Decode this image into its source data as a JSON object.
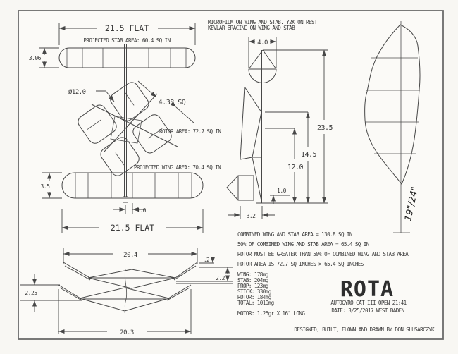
{
  "drawing": {
    "notes_top": [
      "MICROFILM ON WING AND STAB. Y2K ON REST",
      "KEVLAR BRACING ON WING AND STAB"
    ],
    "stab_view": {
      "span_dim": "21.5 FLAT",
      "area_label": "PROJECTED STAB AREA: 60.4 SQ IN",
      "chord_dim": "3.06"
    },
    "rotor_view": {
      "diameter_dim": "Ø12.0",
      "blade_dim": "4.38 SQ",
      "area_label": "ROTOR AREA: 72.7 SQ IN"
    },
    "wing_view": {
      "area_label": "PROJECTED WING AREA: 70.4 SQ IN",
      "chord_dim": "3.5",
      "offset_dim": "1.0",
      "span_dim": "21.5 FLAT"
    },
    "front_view": {
      "top_span_dim": "20.4",
      "bottom_span_dim": "20.3",
      "left_dihedral_dim": "2.25",
      "tip_dim": ".2",
      "right_dihedral_dim": "2.2"
    },
    "side_view": {
      "rotor_width_dim": "4.0",
      "overall_dim": "23.5",
      "upper_dim": "14.5",
      "lower_dim": "12.0",
      "clearance_dim": "1.0",
      "hub_dim": "3.2"
    },
    "prop_blade": {
      "handwritten_note": "19\"/24\""
    },
    "rules": [
      "COMBINED WING AND STAB AREA = 130.8 SQ IN",
      "50% OF COMBINED WING AND STAB AREA = 65.4 SQ IN",
      "ROTOR MUST BE GREATER THAN 50% OF COMBINED WING AND STAB AREA",
      "ROTOR AREA IS 72.7 SQ INCHES > 65.4 SQ INCHES"
    ],
    "weights": [
      "WING: 178mg",
      "STAB: 204mg",
      "PROP: 123mg",
      "STICK: 330mg",
      "ROTOR: 184mg",
      "TOTAL: 1019mg"
    ],
    "motor_note": "MOTOR: 1.25gr X 16\" LONG",
    "title_block": {
      "title": "ROTA",
      "event": "AUTOGYRO CAT III OPEN 21:41",
      "date_line": "DATE: 3/25/2017 WEST BADEN"
    },
    "credit": "DESIGNED, BUILT, FLOWN AND DRAWN BY DON SLUSARCZYK"
  }
}
